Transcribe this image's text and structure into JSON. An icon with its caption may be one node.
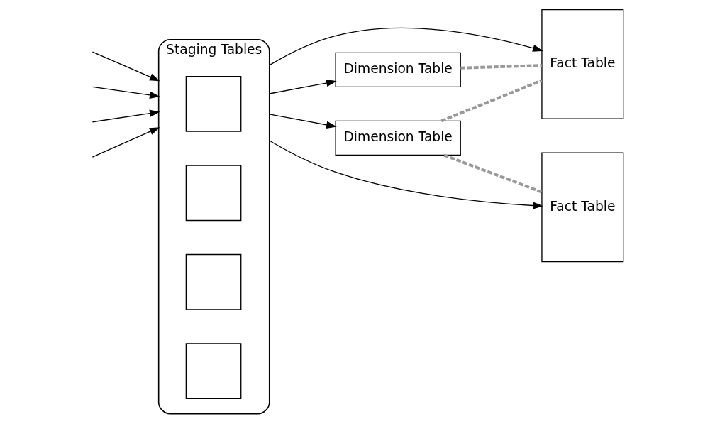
{
  "diagram": {
    "nodes": [
      {
        "text": [
          "Staging Tables"
        ]
      },
      {
        "text": [],
        "shape": "box",
        "in": 0
      },
      {
        "text": [],
        "shape": "box",
        "in": 0
      },
      {
        "text": [],
        "shape": "box",
        "in": 0
      },
      {
        "text": [],
        "shape": "box",
        "in": 0
      },
      {
        "text": [
          "Fact Table"
        ]
      },
      {
        "text": [
          "Dimension Table"
        ]
      },
      {
        "text": [
          "Dimension Table"
        ]
      },
      {
        "text": [
          "Fact Table"
        ]
      }
    ],
    "edges": [
      {
        "from": 0,
        "to": 5,
        "arrow": "to"
      },
      {
        "from": 0,
        "to": 6,
        "arrow": "to"
      },
      {
        "from": 0,
        "to": 7,
        "arrow": "to"
      },
      {
        "from": 0,
        "to": 8,
        "arrow": "to"
      },
      {
        "from": 6,
        "to": 5,
        "arrow": "none",
        "style": "dashed",
        "color": "#999999"
      },
      {
        "from": 7,
        "to": 5,
        "arrow": "none",
        "style": "dashed",
        "color": "#999999"
      },
      {
        "from": 7,
        "to": 8,
        "arrow": "none",
        "style": "dashed",
        "color": "#999999"
      },
      {
        "from": null,
        "to": 0,
        "arrow": "to"
      },
      {
        "from": null,
        "to": 0,
        "arrow": "to"
      },
      {
        "from": null,
        "to": 0,
        "arrow": "to"
      },
      {
        "from": null,
        "to": 0,
        "arrow": "to"
      }
    ]
  }
}
